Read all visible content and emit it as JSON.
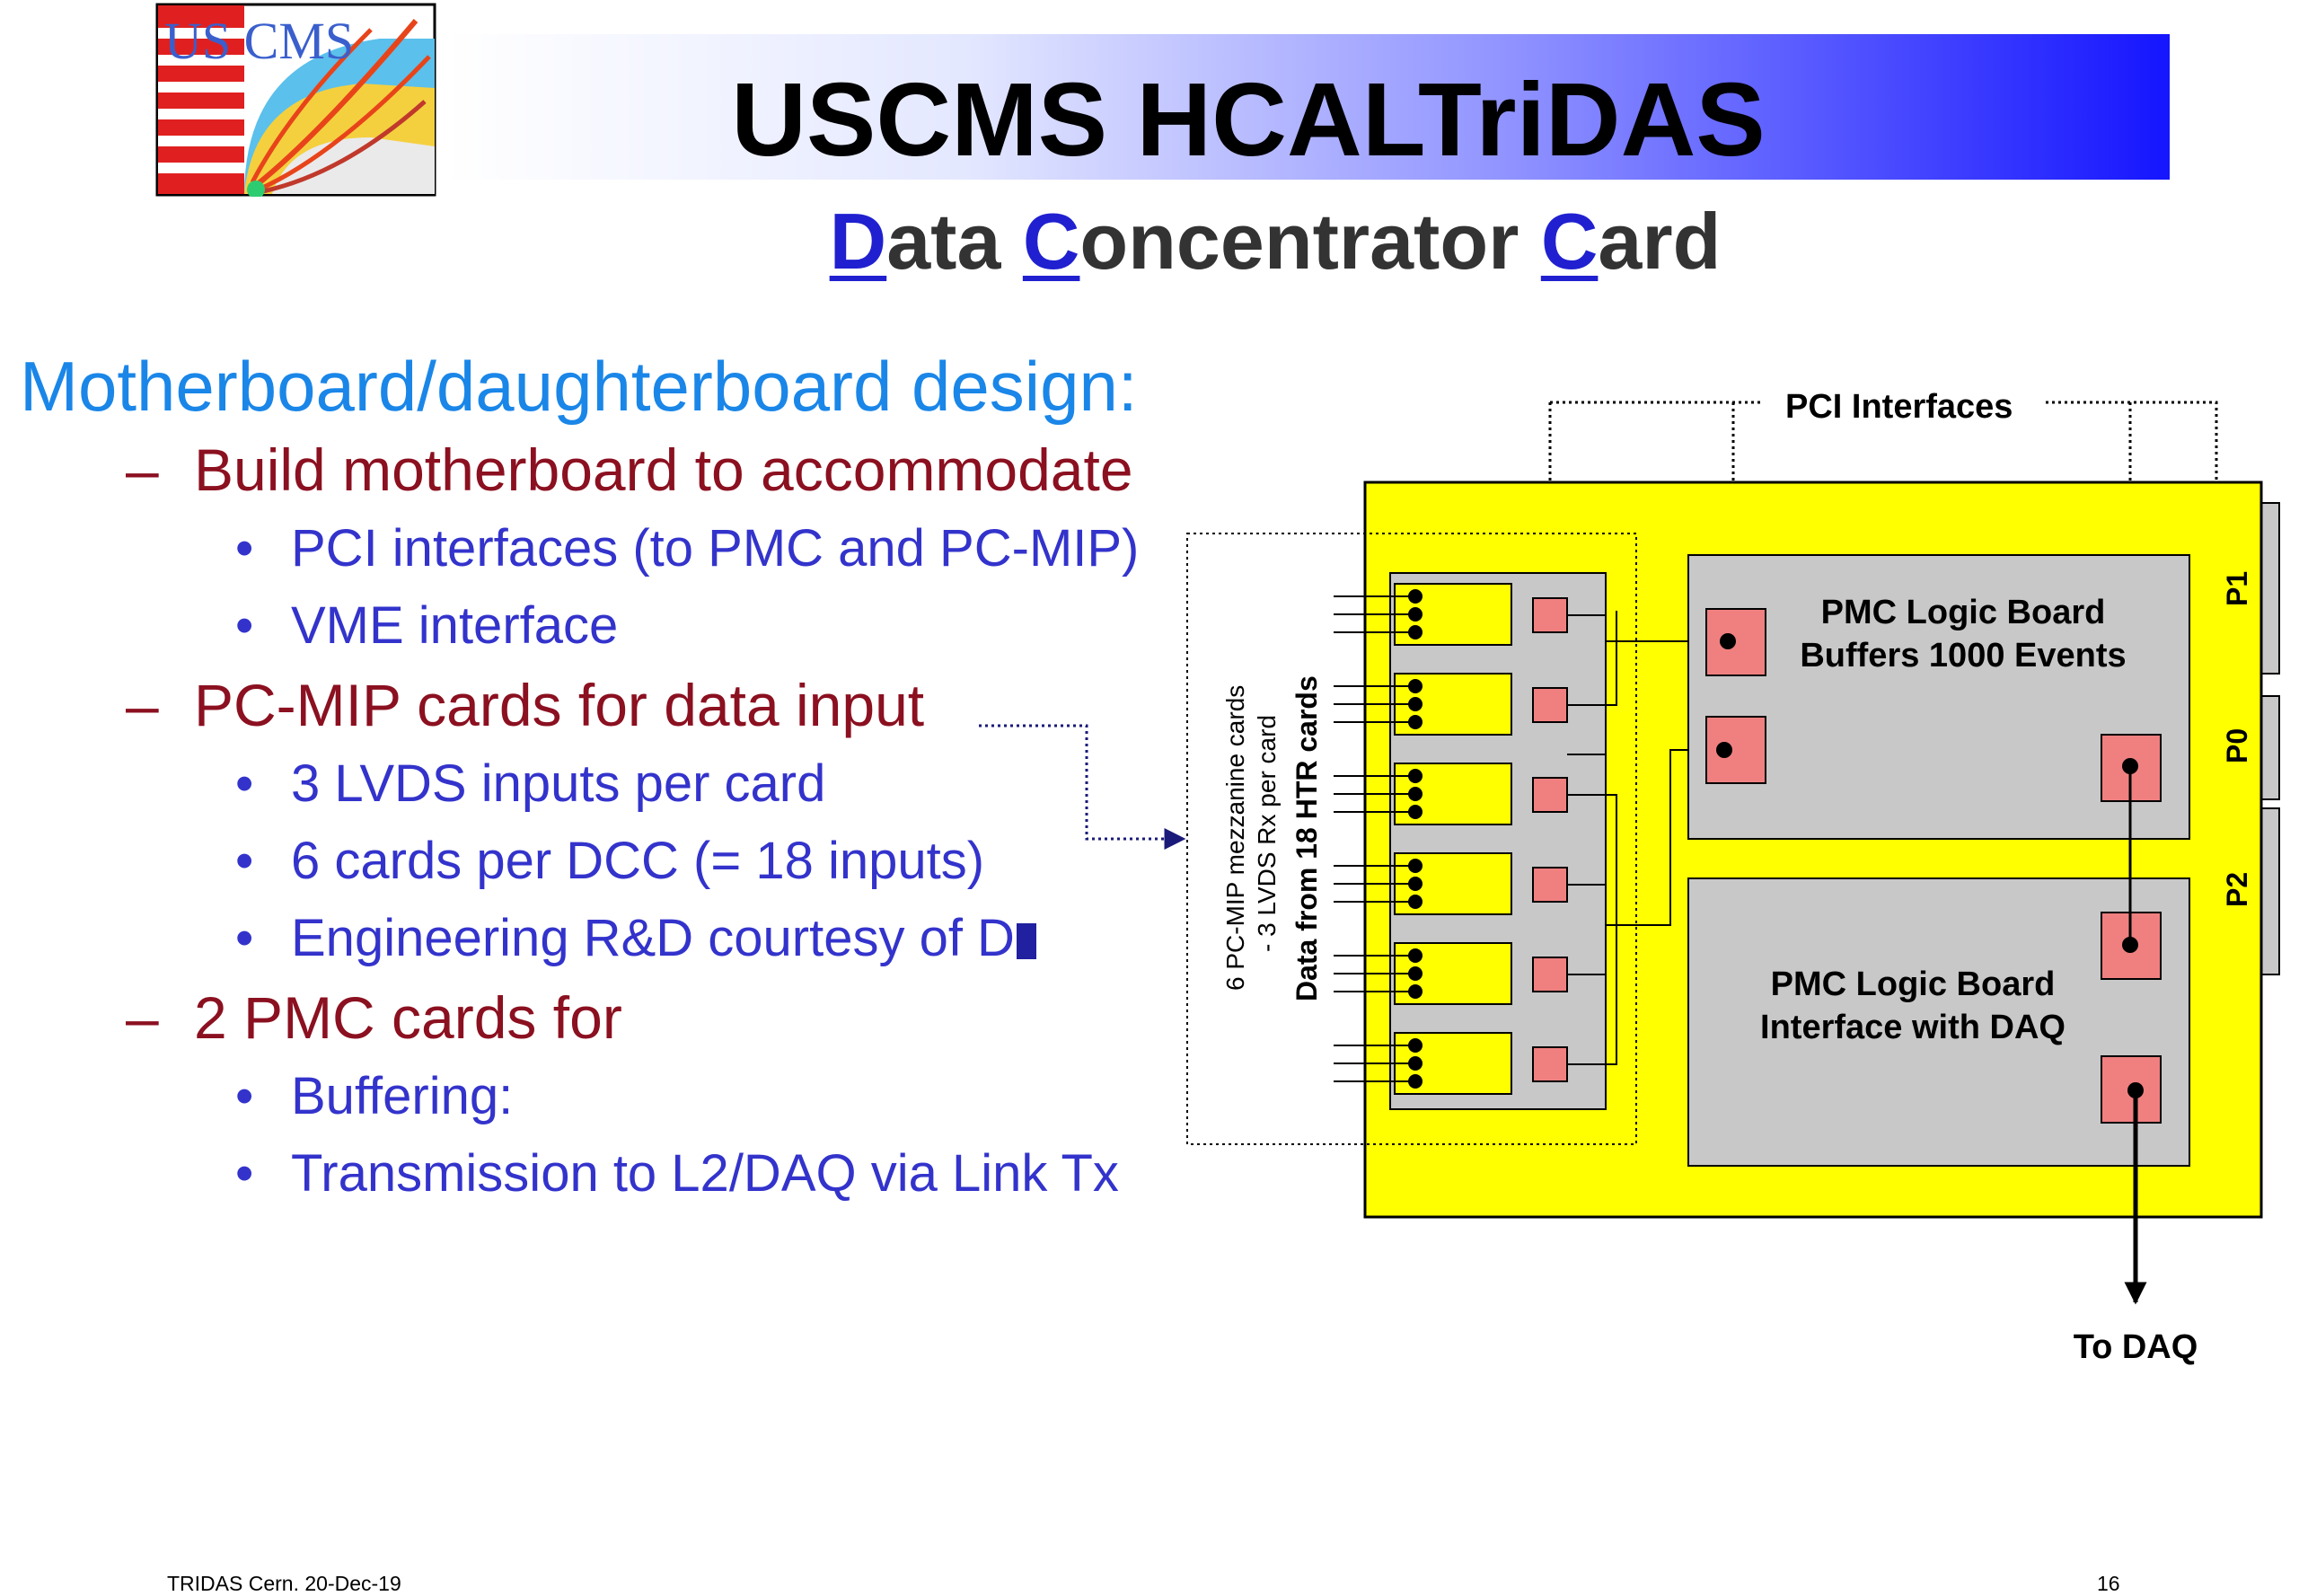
{
  "header": {
    "logo_text": "US CMS",
    "title": "USCMS HCALTriDAS",
    "subtitle": {
      "d": "D",
      "ata": "ata ",
      "c1": "C",
      "oncentrator": "oncentrator ",
      "c2": "C",
      "ard": "ard"
    }
  },
  "bullets": {
    "heading": "Motherboard/daughterboard design:",
    "dash_glyph": "–",
    "dot_glyph": "•",
    "b1": "Build motherboard to accommodate",
    "b1_1": "PCI interfaces (to PMC and PC-MIP)",
    "b1_2": "VME interface",
    "b2": "PC-MIP cards for data input",
    "b2_1": "3 LVDS inputs per card",
    "b2_2": "6 cards per DCC (= 18 inputs)",
    "b2_3": "Engineering R&D courtesy of D",
    "b3": "2 PMC cards for",
    "b3_1": "Buffering:",
    "b3_2": "Transmission to L2/DAQ via Link Tx"
  },
  "diagram": {
    "pci_interfaces": "PCI Interfaces",
    "pmc1_line1": "PMC Logic Board",
    "pmc1_line2": "Buffers 1000 Events",
    "pmc2_line1": "PMC Logic Board",
    "pmc2_line2": "Interface with DAQ",
    "vert1": "6 PC-MIP mezzanine cards",
    "vert2": "- 3 LVDS Rx per card",
    "vert3": "Data from 18 HTR cards",
    "p1": "P1",
    "p0": "P0",
    "p2": "P2",
    "to_daq": "To DAQ"
  },
  "footer": {
    "left": "TRIDAS Cern. 20-Dec-19",
    "right": "16"
  },
  "colors": {
    "board": "#ffff00",
    "card_gray": "#c8c8c8",
    "connector_red": "#f08080",
    "heading_blue": "#1a86e8",
    "dash_red": "#8b1020",
    "bullet_blue": "#3333cc"
  }
}
